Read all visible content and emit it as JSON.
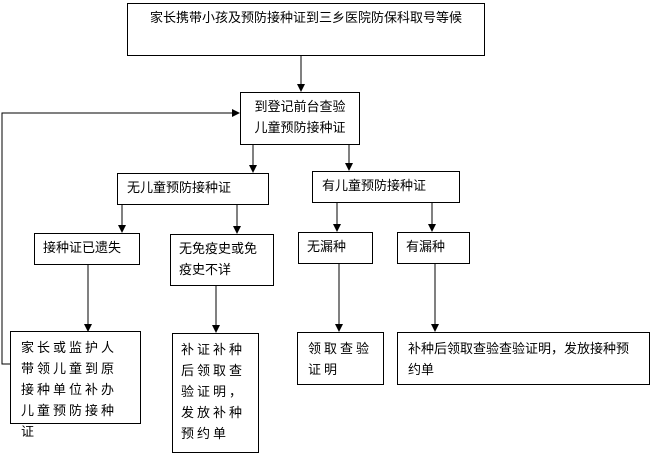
{
  "nodes": {
    "start": "家长携带小孩及预防接种证到三乡医院防保科取号等候",
    "check": "到登记前台查验儿童预防接种证",
    "no_cert": "无儿童预防接种证",
    "has_cert": "有儿童预防接种证",
    "lost": "接种证已遗失",
    "no_history": "无免疫史或免疫史不详",
    "no_missed": "无漏种",
    "missed": "有漏种",
    "reissue": "家长或监护人带领儿童到原接种单位补办儿童预防接种证",
    "supplement": "补证补种后领取查验证明，发放补种预约单",
    "get_proof": "领取查验证明",
    "missed_result": "补种后领取查验查验证明，发放接种预约单"
  }
}
